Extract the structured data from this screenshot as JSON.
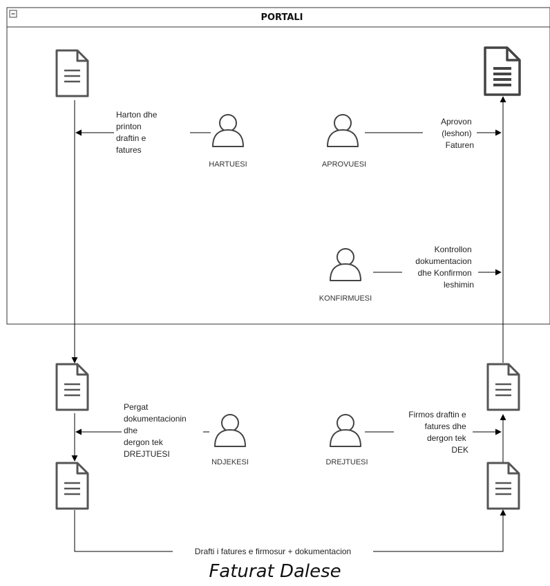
{
  "container": {
    "title": "PORTALI"
  },
  "actors": {
    "hartuesi": "HARTUESI",
    "aprovuesi": "APROVUESI",
    "konfirmuesi": "KONFIRMUESI",
    "ndjekesi": "NDJEKESI",
    "drejtuesi": "DREJTUESI"
  },
  "labels": {
    "harton": [
      "Harton dhe",
      "printon",
      "draftin e",
      "fatures"
    ],
    "aprovon": [
      "Aprovon",
      "(leshon)",
      "Faturen"
    ],
    "kontrollon": [
      "Kontrollon",
      "dokumentacion",
      "dhe Konfirmon",
      "leshimin"
    ],
    "pergat": [
      "Pergat",
      "dokumentacionin",
      "dhe",
      "dergon tek",
      "DREJTUESI"
    ],
    "firmos": [
      "Firmos draftin e",
      "fatures dhe",
      "dergon tek",
      "DEK"
    ],
    "bottom": "Drafti i fatures e firmosur + dokumentacion"
  },
  "caption": "Faturat Dalese"
}
